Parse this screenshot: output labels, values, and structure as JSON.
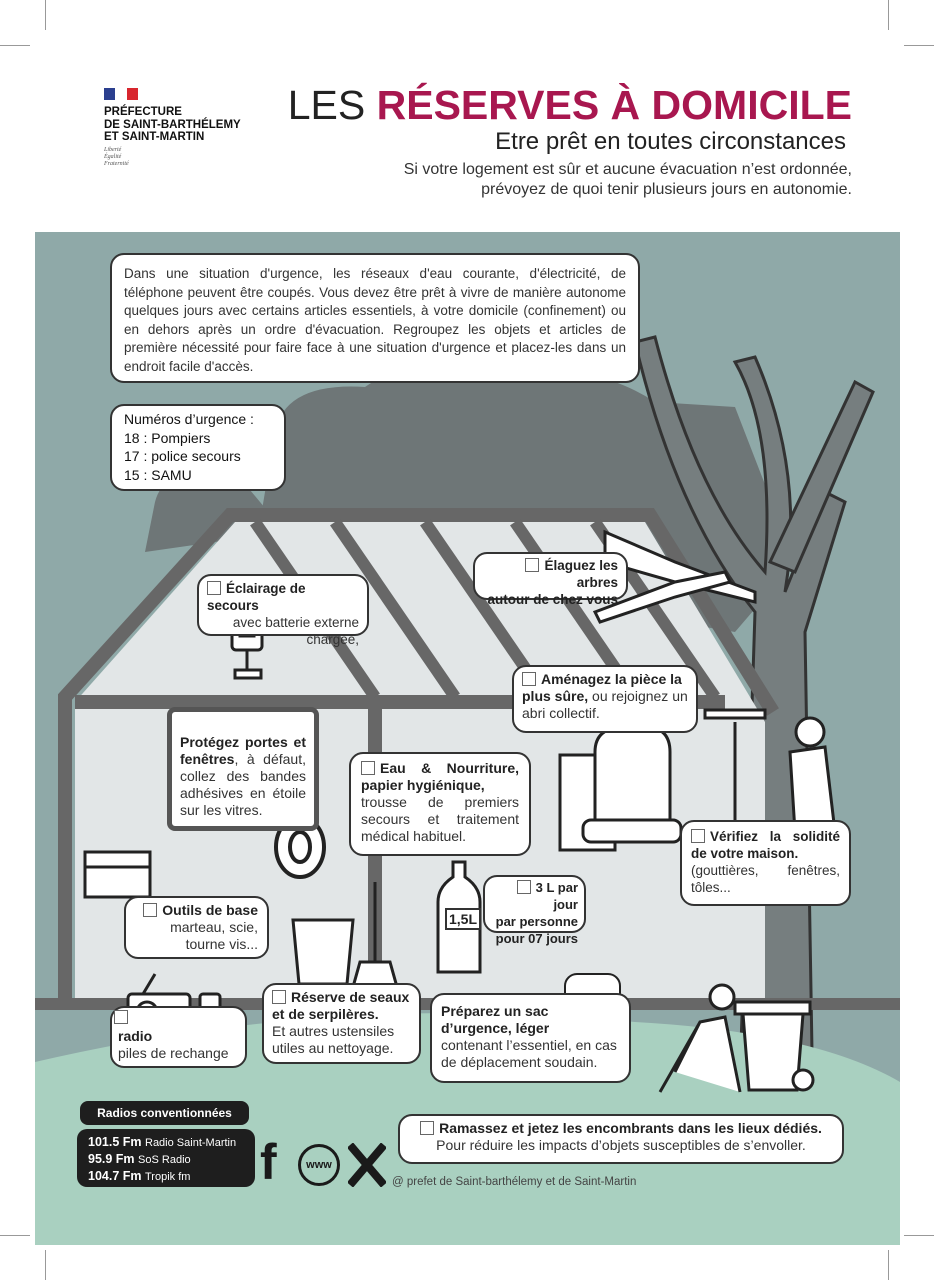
{
  "header": {
    "org_lines": [
      "PRÉFECTURE",
      "DE SAINT-BARTHÉLEMY",
      "ET SAINT-MARTIN"
    ],
    "motto": [
      "Liberté",
      "Égalité",
      "Fraternité"
    ],
    "title_plain": "LES ",
    "title_accent": "RÉSERVES À DOMICILE",
    "subtitle": "Etre prêt en toutes circonstances",
    "intro_line1": "Si votre logement est sûr et aucune évacuation n’est ordonnée,",
    "intro_line2": "prévoyez de quoi tenir plusieurs jours en autonomie."
  },
  "colors": {
    "accent": "#a8174f",
    "sky": "#8fa9a8",
    "cloud": "#6e7677",
    "ground": "#a9d0c0",
    "house": "#e2e6e7",
    "outline": "#676767"
  },
  "intro_text": "Dans une situation d'urgence, les réseaux d'eau courante, d'électricité, de téléphone peuvent être coupés. Vous devez être prêt à vivre de manière autonome quelques jours avec certains articles essentiels, à votre domicile (confinement) ou en dehors après un ordre d'évacuation. Regroupez les objets et articles de première nécessité pour faire face à une situation d'urgence et placez-les dans un endroit facile d'accès.",
  "emergency": {
    "title": "Numéros d’urgence :",
    "lines": [
      "18 : Pompiers",
      "17 : police secours",
      "15 : SAMU"
    ]
  },
  "items": {
    "eclairage": {
      "bold": "Éclairage de secours",
      "text": "avec batterie externe chargée,"
    },
    "elaguez": {
      "bold1": "Élaguez les arbres",
      "bold2": "autour de chez vous"
    },
    "amenagez": {
      "bold": "Aménagez la pièce la plus sûre,",
      "text": " ou rejoignez un abri collectif."
    },
    "protegez": {
      "bold": "Protégez portes et fenêtres",
      "text": ", à défaut, collez des bandes adhésives en étoile sur les vitres."
    },
    "eau": {
      "bold": "Eau & Nourriture, papier hygiénique,",
      "text": "trousse de premiers secours et traitement médical habituel."
    },
    "verifiez": {
      "bold": "Vérifiez la solidité de votre maison.",
      "text": "(gouttières, fenêtres, tôles..."
    },
    "litres": {
      "lines": [
        "3 L par jour",
        "par personne",
        "pour 07 jours"
      ],
      "bottle_label": "1,5L"
    },
    "outils": {
      "bold": "Outils de base",
      "text": "marteau, scie, tourne vis..."
    },
    "radio": {
      "bold": "radio",
      "text": "piles de rechange"
    },
    "seaux": {
      "bold": "Réserve de seaux et de serpilères.",
      "text": "Et autres ustensiles utiles au nettoyage."
    },
    "sac": {
      "bold": "Préparez un sac d’urgence, léger",
      "text": "contenant l’essentiel, en cas de déplacement soudain."
    },
    "ramassez": {
      "bold": "Ramassez et jetez les encombrants dans les lieux dédiés.",
      "text": "Pour réduire les impacts d’objets susceptibles de s’envoller."
    }
  },
  "radios": {
    "title": "Radios conventionnées",
    "stations": [
      {
        "freq": "101.5 Fm",
        "name": "Radio Saint-Martin"
      },
      {
        "freq": "95.9 Fm",
        "name": "SoS Radio"
      },
      {
        "freq": "104.7 Fm",
        "name": "Tropik fm"
      }
    ]
  },
  "social": {
    "www": "www",
    "handle": "@ prefet de Saint-barthélemy et de Saint-Martin"
  }
}
